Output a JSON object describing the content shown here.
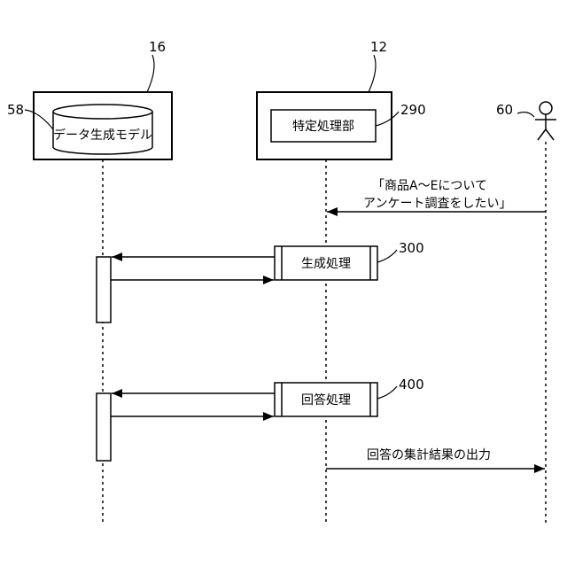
{
  "components": {
    "server": {
      "ref": "16",
      "model": {
        "ref": "58",
        "label": "データ生成モデル"
      }
    },
    "device": {
      "ref": "12",
      "unit": {
        "ref": "290",
        "label": "特定処理部"
      }
    },
    "user": {
      "ref": "60"
    }
  },
  "messages": {
    "request": {
      "line1": "「商品A～Eについて",
      "line2": "アンケート調査をしたい」"
    },
    "output": "回答の集計結果の出力"
  },
  "processes": {
    "generation": {
      "ref": "300",
      "label": "生成処理"
    },
    "answer": {
      "ref": "400",
      "label": "回答処理"
    }
  }
}
